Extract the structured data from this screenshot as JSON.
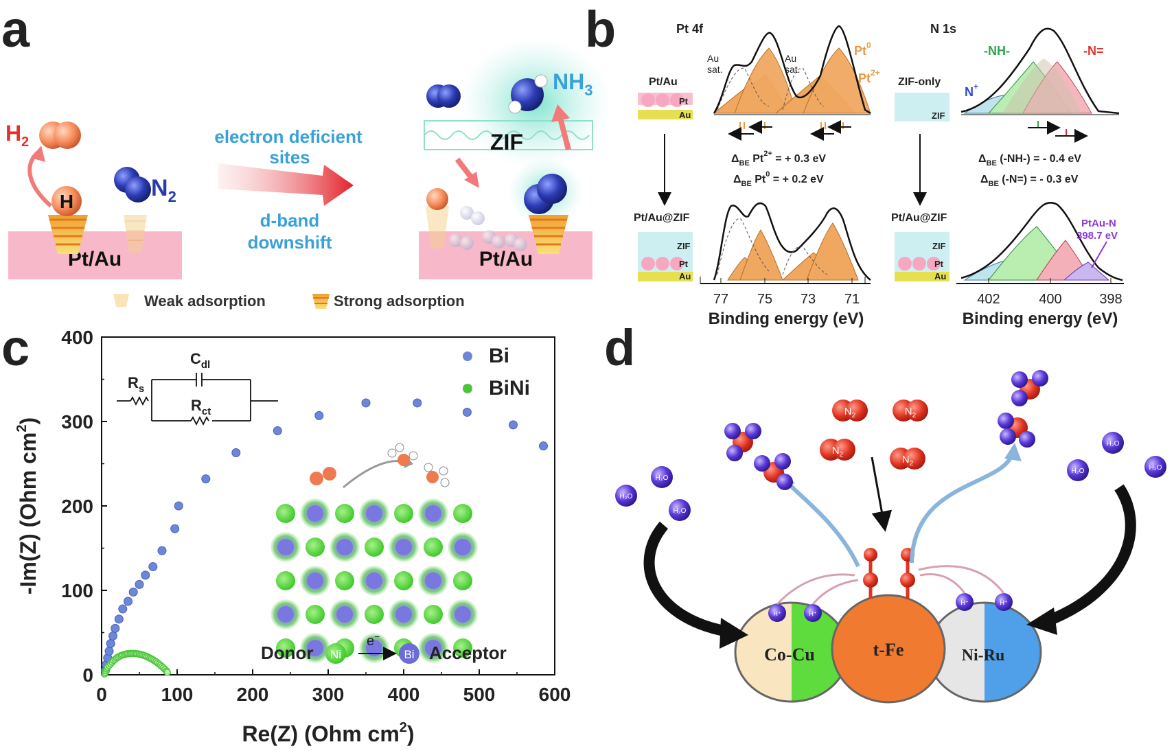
{
  "panels": {
    "a": "a",
    "b": "b",
    "c": "c",
    "d": "d"
  },
  "colors": {
    "bi": "#6c86d8",
    "biNi": "#4cc43a",
    "pink": "#f4b8c8",
    "orange": "#f0a050",
    "navy": "#2a3aa8",
    "red": "#e23a2a",
    "teal": "#9fe0d8"
  },
  "panel_a": {
    "h2": "H",
    "h2_sub": "2",
    "h_atom": "H",
    "n2": "N",
    "n2_sub": "2",
    "arrow_label_1": "electron deficient",
    "arrow_label_2": "sites",
    "arrow_label_3": "d-band",
    "arrow_label_4": "downshift",
    "zif": "ZIF",
    "nh3": "NH",
    "nh3_sub": "3",
    "substrate_left": "Pt/Au",
    "substrate_right": "Pt/Au",
    "legend_weak": "Weak adsorption",
    "legend_strong": "Strong adsorption"
  },
  "panel_b": {
    "pt4f": "Pt 4f",
    "n1s": "N 1s",
    "pt_au": "Pt/Au",
    "zif_only": "ZIF-only",
    "pt_au_zif_1": "Pt/Au@ZIF",
    "pt_au_zif_2": "Pt/Au@ZIF",
    "pt": "Pt",
    "au": "Au",
    "zif": "ZIF",
    "au_sat": "Au",
    "sat": "sat.",
    "pt0": "Pt",
    "pt0_sup": "0",
    "pt2": "Pt",
    "pt2_sup": "2+",
    "nh": "-NH-",
    "neq": "-N=",
    "nplus": "N",
    "nplus_sup": "+",
    "d1": "Δ",
    "d1_sub": "BE",
    "d1_txt": " Pt",
    "d1_sup": "2+",
    "d1_val": " = + 0.3 eV",
    "d2": "Δ",
    "d2_sub": "BE",
    "d2_txt": " Pt",
    "d2_sup": "0",
    "d2_val": " = + 0.2 eV",
    "d3": "Δ",
    "d3_sub": "BE",
    "d3_val": " (-NH-) = - 0.4 eV",
    "d4": "Δ",
    "d4_sub": "BE",
    "d4_val": " (-N=) = - 0.3 eV",
    "ptaun": "PtAu-N",
    "ptaun_val": "398.7 eV",
    "xlabel": "Binding energy (eV)",
    "xticks_left": [
      "77",
      "75",
      "73",
      "71"
    ],
    "xticks_right": [
      "402",
      "400",
      "398"
    ]
  },
  "chart_data": {
    "type": "scatter",
    "xlabel": "Re(Z) (Ohm cm",
    "xlabel_sup": "2",
    "ylabel": "-Im(Z) (Ohm cm",
    "ylabel_sup": "2",
    "xlim": [
      0,
      600
    ],
    "ylim": [
      0,
      400
    ],
    "xticks": [
      0,
      100,
      200,
      300,
      400,
      500,
      600
    ],
    "yticks": [
      0,
      100,
      200,
      300,
      400
    ],
    "legend_position": "top-right",
    "series": [
      {
        "name": "Bi",
        "color": "#6c86d8",
        "points": [
          [
            5,
            5
          ],
          [
            6,
            12
          ],
          [
            8,
            20
          ],
          [
            10,
            28
          ],
          [
            12,
            37
          ],
          [
            15,
            46
          ],
          [
            18,
            55
          ],
          [
            23,
            66
          ],
          [
            28,
            78
          ],
          [
            35,
            87
          ],
          [
            42,
            98
          ],
          [
            50,
            107
          ],
          [
            58,
            118
          ],
          [
            68,
            128
          ],
          [
            80,
            147
          ],
          [
            97,
            173
          ],
          [
            102,
            200
          ],
          [
            138,
            232
          ],
          [
            178,
            263
          ],
          [
            233,
            289
          ],
          [
            288,
            307
          ],
          [
            350,
            322
          ],
          [
            418,
            322
          ],
          [
            484,
            311
          ],
          [
            545,
            296
          ],
          [
            585,
            271
          ]
        ]
      },
      {
        "name": "BiNi",
        "color": "#4cc43a",
        "points": [
          [
            4,
            1
          ],
          [
            5,
            3
          ],
          [
            6,
            5
          ],
          [
            7,
            7
          ],
          [
            8,
            9
          ],
          [
            10,
            11
          ],
          [
            12,
            13
          ],
          [
            14,
            15
          ],
          [
            16,
            17
          ],
          [
            18,
            18.5
          ],
          [
            20,
            20
          ],
          [
            22,
            21
          ],
          [
            24,
            22
          ],
          [
            26,
            23
          ],
          [
            28,
            23.5
          ],
          [
            30,
            24
          ],
          [
            32,
            24.5
          ],
          [
            34,
            25
          ],
          [
            36,
            25
          ],
          [
            38,
            25.2
          ],
          [
            40,
            25.3
          ],
          [
            42,
            25.3
          ],
          [
            44,
            25.2
          ],
          [
            46,
            25
          ],
          [
            48,
            24.8
          ],
          [
            50,
            24.5
          ],
          [
            52,
            24
          ],
          [
            54,
            23.5
          ],
          [
            56,
            23
          ],
          [
            58,
            22.3
          ],
          [
            60,
            21.5
          ],
          [
            62,
            20.7
          ],
          [
            64,
            19.8
          ],
          [
            66,
            18.8
          ],
          [
            68,
            17.8
          ],
          [
            70,
            16.7
          ],
          [
            72,
            15.5
          ],
          [
            74,
            14.2
          ],
          [
            76,
            12.8
          ],
          [
            78,
            11.3
          ],
          [
            80,
            9.7
          ],
          [
            82,
            8
          ],
          [
            84,
            6.3
          ],
          [
            86,
            4.5
          ],
          [
            87,
            3
          ]
        ]
      }
    ],
    "circuit": {
      "rs": "R",
      "rs_sub": "s",
      "cdl": "C",
      "cdl_sub": "dl",
      "rct": "R",
      "rct_sub": "ct"
    },
    "inset": {
      "donor": "Donor",
      "acceptor": "Acceptor",
      "ni": "Ni",
      "bi": "Bi",
      "e": "e",
      "e_sup": "−"
    }
  },
  "panel_d": {
    "n2": "N",
    "n2_sub": "2",
    "h2o": "H₂O",
    "hplus": "H⁺",
    "cocu": "Co-Cu",
    "tfe": "t-Fe",
    "niru": "Ni-Ru"
  }
}
